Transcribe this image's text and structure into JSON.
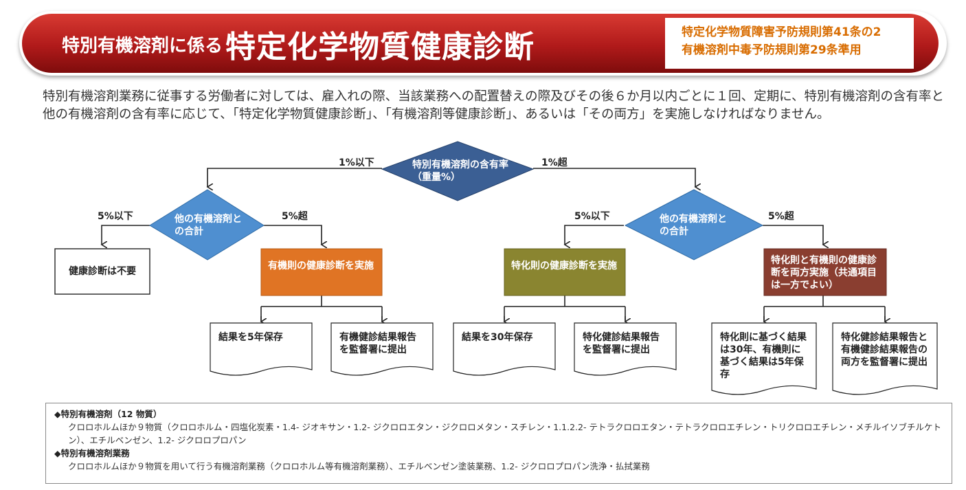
{
  "header": {
    "title_small": "特別有機溶剤に係る",
    "title_large": "特定化学物質健康診断",
    "regulations": [
      "特定化学物質障害予防規則第41条の2",
      "有機溶剤中毒予防規則第29条準用"
    ]
  },
  "intro": "特別有機溶剤業務に従事する労働者に対しては、雇入れの際、当該業務への配置替えの際及びその後６か月以内ごとに１回、定期に、特別有機溶剤の含有率と他の有機溶剤の含有率に応じて、「特定化学物質健康診断」、「有機溶剤等健康診断」、あるいは「その両方」を実施しなければなりません。",
  "flow": {
    "root": {
      "text": "特別有機溶剤の含有率（重量%）"
    },
    "root_left_label": "1%以下",
    "root_right_label": "1%超",
    "left_decision": {
      "text": "他の有機溶剤との合計",
      "left_label": "5%以下",
      "right_label": "5%超"
    },
    "right_decision": {
      "text": "他の有機溶剤との合計",
      "left_label": "5%以下",
      "right_label": "5%超"
    },
    "outcome_none": "健康診断は不要",
    "outcome_organic": "有機則の健康診断を実施",
    "outcome_tokka": "特化則の健康診断を実施",
    "outcome_both": "特化則と有機則の健康診断を両方実施（共通項目は一方でよい）",
    "docs": {
      "organic_keep": "結果を5年保存",
      "organic_report": "有機健診結果報告を監督署に提出",
      "tokka_keep": "結果を30年保存",
      "tokka_report": "特化健診結果報告を監督署に提出",
      "both_keep": "特化則に基づく結果は30年、有機則に基づく結果は5年保存",
      "both_report": "特化健診結果報告と有機健診結果報告の両方を監督署に提出"
    },
    "colors": {
      "root_diamond": "#3b5f94",
      "decision_diamond": "#4f8fd0",
      "organic_box": "#e07424",
      "tokka_box": "#8a8530",
      "both_box": "#8a3e30"
    }
  },
  "notes": {
    "h1": "◆特別有機溶剤（12 物質）",
    "b1": "クロロホルムほか９物質（クロロホルム・四塩化炭素・1.4- ジオキサン・1.2- ジクロロエタン・ジクロロメタン・スチレン・1.1.2.2- テトラクロロエタン・テトラクロロエチレン・トリクロロエチレン・メチルイソブチルケトン）、エチルベンゼン、1.2- ジクロロプロパン",
    "h2": "◆特別有機溶剤業務",
    "b2": "クロロホルムほか９物質を用いて行う有機溶剤業務（クロロホルム等有機溶剤業務）、エチルベンゼン塗装業務、1.2- ジクロロプロパン洗浄・払拭業務"
  }
}
